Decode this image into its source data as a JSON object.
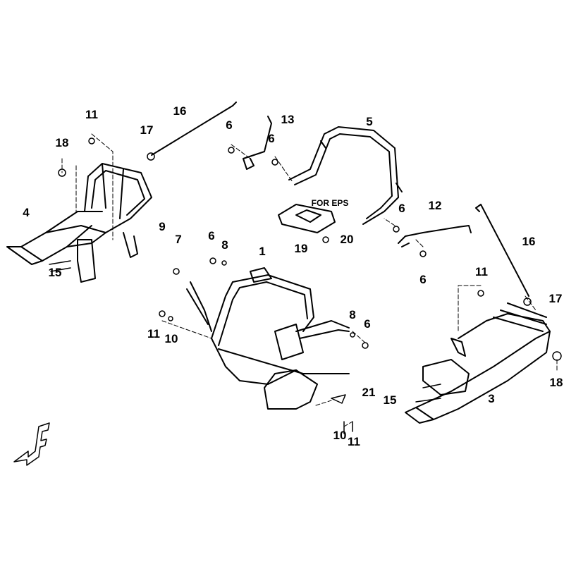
{
  "note_eps": "FOR EPS",
  "callouts": [
    "16",
    "11",
    "17",
    "18",
    "4",
    "15",
    "9",
    "7",
    "6",
    "8",
    "1",
    "11",
    "10",
    "8",
    "6",
    "21",
    "10",
    "11",
    "15",
    "3",
    "18",
    "17",
    "16",
    "11",
    "6",
    "12",
    "6",
    "5",
    "13",
    "6",
    "6",
    "19",
    "20"
  ],
  "colors": {
    "line": "#000000",
    "background": "#ffffff"
  },
  "icons": [
    "front-direction-arrow-icon"
  ]
}
